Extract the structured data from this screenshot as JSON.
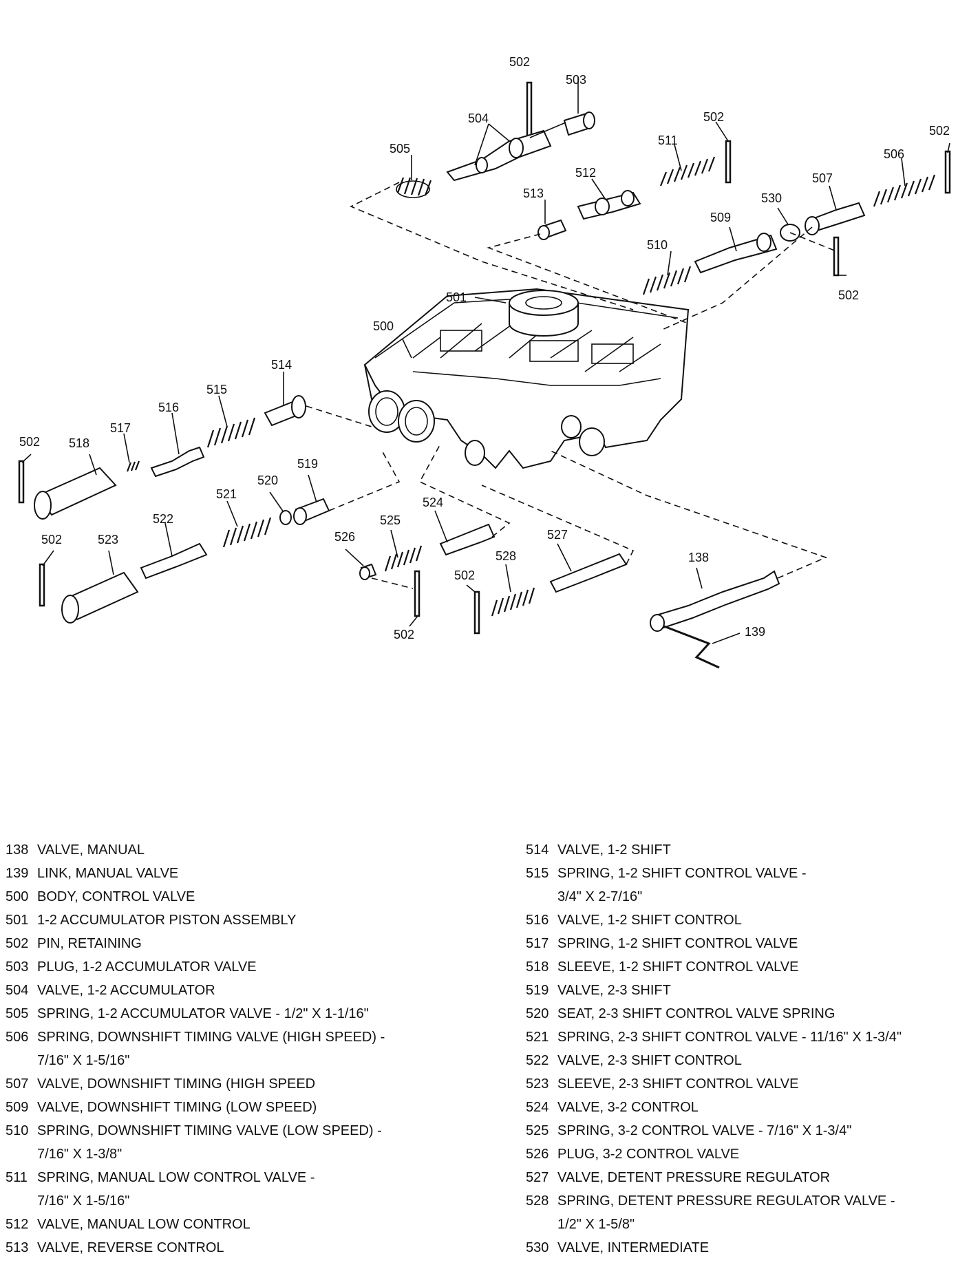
{
  "diagram": {
    "callouts": {
      "c502a": "502",
      "c503": "503",
      "c504": "504",
      "c505": "505",
      "c502b": "502",
      "c511": "511",
      "c512": "512",
      "c513": "513",
      "c502c": "502",
      "c506": "506",
      "c507": "507",
      "c530": "530",
      "c509": "509",
      "c510": "510",
      "c502d": "502",
      "c501": "501",
      "c500": "500",
      "c514": "514",
      "c515": "515",
      "c516": "516",
      "c517": "517",
      "c518": "518",
      "c502e": "502",
      "c519": "519",
      "c520": "520",
      "c521": "521",
      "c522": "522",
      "c523": "523",
      "c502f": "502",
      "c524": "524",
      "c525": "525",
      "c526": "526",
      "c502g": "502",
      "c527": "527",
      "c528": "528",
      "c502h": "502",
      "c138": "138",
      "c139": "139"
    }
  },
  "legend": {
    "left": [
      {
        "num": "138",
        "desc": "VALVE, MANUAL"
      },
      {
        "num": "139",
        "desc": "LINK, MANUAL VALVE"
      },
      {
        "num": "500",
        "desc": "BODY, CONTROL VALVE"
      },
      {
        "num": "501",
        "desc": "1-2 ACCUMULATOR PISTON ASSEMBLY"
      },
      {
        "num": "502",
        "desc": "PIN, RETAINING"
      },
      {
        "num": "503",
        "desc": "PLUG, 1-2 ACCUMULATOR VALVE"
      },
      {
        "num": "504",
        "desc": "VALVE, 1-2 ACCUMULATOR"
      },
      {
        "num": "505",
        "desc": "SPRING, 1-2 ACCUMULATOR VALVE - 1/2\" X 1-1/16\""
      },
      {
        "num": "506",
        "desc": "SPRING, DOWNSHIFT TIMING VALVE (HIGH SPEED) -"
      },
      {
        "num": "",
        "desc": "7/16\" X 1-5/16\""
      },
      {
        "num": "507",
        "desc": "VALVE, DOWNSHIFT TIMING (HIGH SPEED"
      },
      {
        "num": "509",
        "desc": "VALVE, DOWNSHIFT TIMING (LOW SPEED)"
      },
      {
        "num": "510",
        "desc": "SPRING, DOWNSHIFT TIMING VALVE (LOW SPEED) -"
      },
      {
        "num": "",
        "desc": "7/16\" X 1-3/8\""
      },
      {
        "num": "511",
        "desc": "SPRING, MANUAL LOW CONTROL VALVE -"
      },
      {
        "num": "",
        "desc": "7/16\" X 1-5/16\""
      },
      {
        "num": "512",
        "desc": "VALVE, MANUAL LOW CONTROL"
      },
      {
        "num": "513",
        "desc": "VALVE, REVERSE CONTROL"
      }
    ],
    "right": [
      {
        "num": "514",
        "desc": "VALVE, 1-2 SHIFT"
      },
      {
        "num": "515",
        "desc": "SPRING, 1-2 SHIFT CONTROL VALVE -"
      },
      {
        "num": "",
        "desc": "3/4\" X 2-7/16\""
      },
      {
        "num": "516",
        "desc": "VALVE, 1-2 SHIFT CONTROL"
      },
      {
        "num": "517",
        "desc": "SPRING, 1-2 SHIFT CONTROL VALVE"
      },
      {
        "num": "518",
        "desc": "SLEEVE, 1-2 SHIFT CONTROL VALVE"
      },
      {
        "num": "519",
        "desc": "VALVE, 2-3 SHIFT"
      },
      {
        "num": "520",
        "desc": "SEAT, 2-3 SHIFT CONTROL VALVE SPRING"
      },
      {
        "num": "521",
        "desc": "SPRING, 2-3 SHIFT CONTROL VALVE - 11/16\" X 1-3/4\""
      },
      {
        "num": "522",
        "desc": "VALVE, 2-3 SHIFT CONTROL"
      },
      {
        "num": "523",
        "desc": "SLEEVE, 2-3 SHIFT CONTROL VALVE"
      },
      {
        "num": "524",
        "desc": "VALVE, 3-2 CONTROL"
      },
      {
        "num": "525",
        "desc": "SPRING, 3-2 CONTROL VALVE - 7/16\" X 1-3/4\""
      },
      {
        "num": "526",
        "desc": "PLUG, 3-2 CONTROL VALVE"
      },
      {
        "num": "527",
        "desc": "VALVE, DETENT PRESSURE REGULATOR"
      },
      {
        "num": "528",
        "desc": "SPRING, DETENT PRESSURE REGULATOR VALVE -"
      },
      {
        "num": "",
        "desc": "1/2\" X 1-5/8\""
      },
      {
        "num": "530",
        "desc": "VALVE, INTERMEDIATE"
      }
    ]
  }
}
